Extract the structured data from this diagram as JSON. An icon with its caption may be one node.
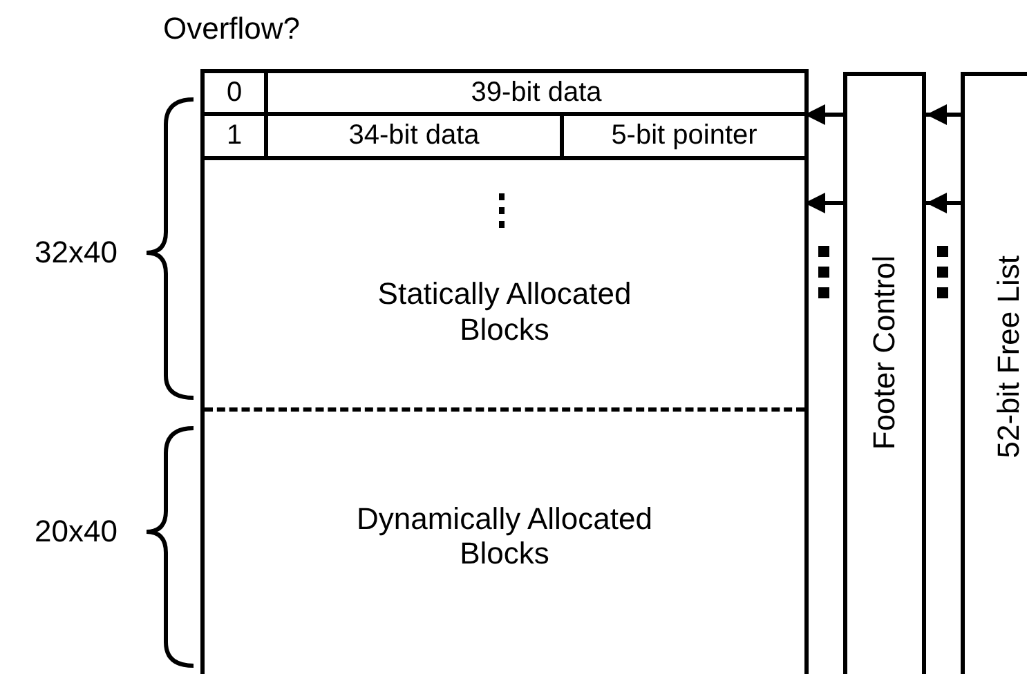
{
  "diagram": {
    "nodes": [
      {
        "text": [],
        "shape": "box"
      },
      {
        "text": [
          "0"
        ],
        "in": 0
      },
      {
        "text": [
          "39-bit data"
        ],
        "in": 0
      },
      {
        "text": [
          "1"
        ],
        "in": 0
      },
      {
        "text": [
          "34-bit data"
        ],
        "in": 0
      },
      {
        "text": [
          "5-bit pointer"
        ],
        "in": 0
      },
      {
        "text": [
          "Statically Allocated Blocks"
        ],
        "in": 0
      },
      {
        "text": [
          "Dynamically Allocated Blocks"
        ],
        "in": 0
      },
      {
        "text": [
          "Footer Control"
        ]
      },
      {
        "text": [
          "52-bit Free List"
        ]
      }
    ],
    "edges": [
      {
        "from": 8,
        "to": 2,
        "arrow": "to"
      },
      {
        "from": 8,
        "to": 6,
        "arrow": "to"
      },
      {
        "from": 9,
        "to": 8,
        "arrow": "to"
      },
      {
        "from": 9,
        "to": 8,
        "arrow": "to"
      }
    ],
    "labels": [
      "Overflow?",
      "32x40",
      "20x40"
    ]
  }
}
